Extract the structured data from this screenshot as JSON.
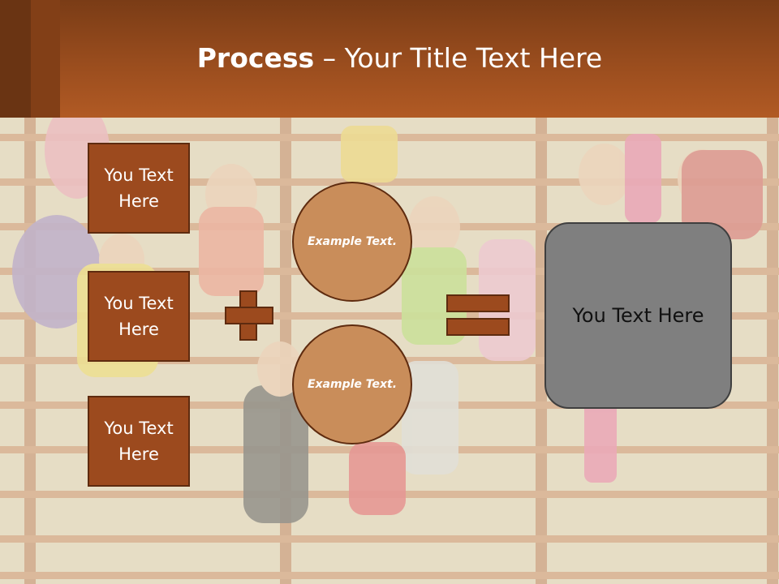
{
  "slide": {
    "title_bold": "Process",
    "title_rest": " – Your Title Text Here",
    "left_boxes": [
      "You Text Here",
      "You Text Here",
      "You Text Here"
    ],
    "circles": [
      "Example Text.",
      "Example Text."
    ],
    "result_text": "You Text Here"
  },
  "colors": {
    "header": "#9a4d1e",
    "box_fill": "#9c4a1e",
    "box_border": "#5e2b0f",
    "circle_fill": "#c98d5a",
    "result_fill": "#7f7f7f"
  },
  "icons": [
    "plus-sign",
    "equals-sign"
  ]
}
